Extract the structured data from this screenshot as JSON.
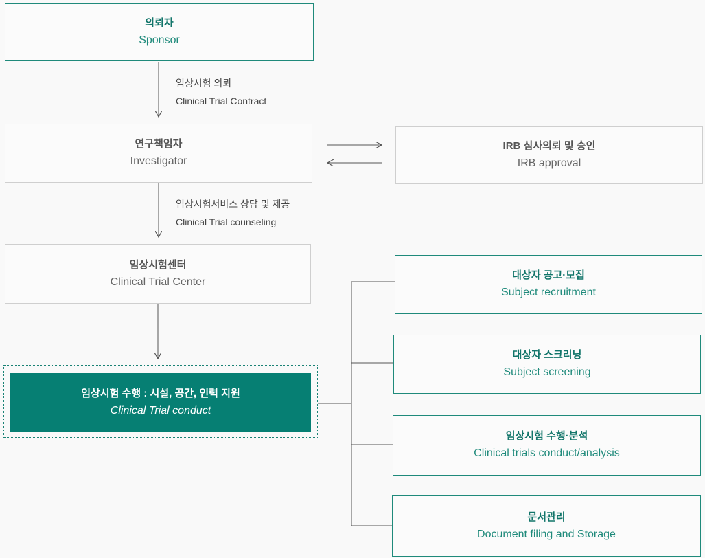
{
  "sponsor": {
    "ko": "의뢰자",
    "en": "Sponsor"
  },
  "contract_label": {
    "ko": "임상시험 의뢰",
    "en": "Clinical Trial Contract"
  },
  "investigator": {
    "ko": "연구책임자",
    "en": "Investigator"
  },
  "irb": {
    "ko": "IRB 심사의뢰 및 승인",
    "en": "IRB approval"
  },
  "counseling_label": {
    "ko": "임상시험서비스 상담 및 제공",
    "en": "Clinical Trial counseling"
  },
  "center": {
    "ko": "임상시험센터",
    "en": "Clinical Trial Center"
  },
  "conduct": {
    "ko": "임상시험 수행 : 시설, 공간, 인력 지원",
    "en": "Clinical Trial conduct"
  },
  "recruitment": {
    "ko": "대상자 공고·모집",
    "en": "Subject recruitment"
  },
  "screening": {
    "ko": "대상자 스크리닝",
    "en": "Subject screening"
  },
  "analysis": {
    "ko": "임상시험 수행·분석",
    "en": "Clinical trials conduct/analysis"
  },
  "document": {
    "ko": "문서관리",
    "en": "Document filing and Storage"
  },
  "colors": {
    "teal": "#067f73",
    "teal_text": "#1f8a7b",
    "gray_border": "#cfcfcf",
    "line": "#555555"
  }
}
